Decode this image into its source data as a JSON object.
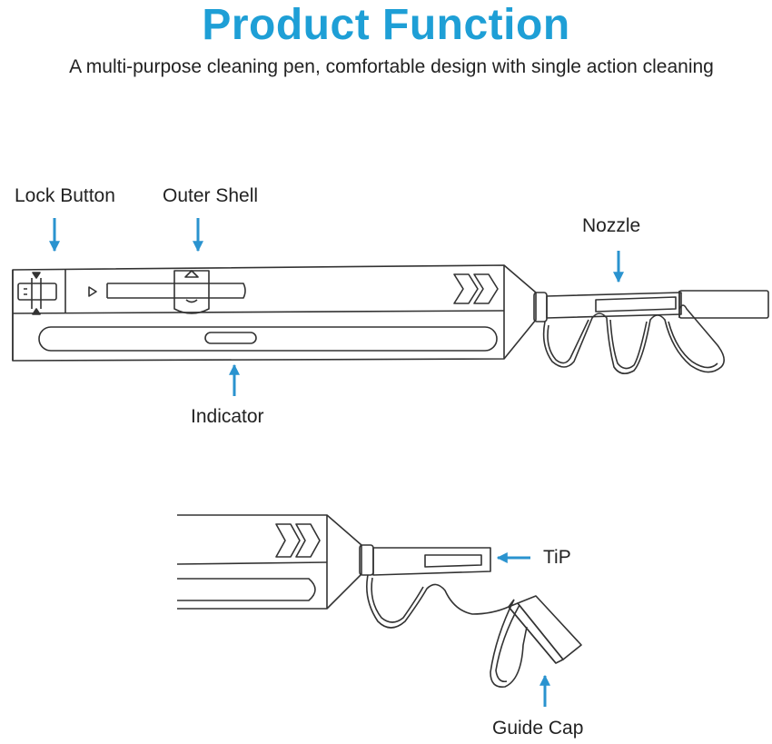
{
  "header": {
    "title": "Product Function",
    "subtitle": "A multi-purpose cleaning pen, comfortable design with single action cleaning"
  },
  "labels": {
    "lock_button": "Lock Button",
    "outer_shell": "Outer Shell",
    "nozzle": "Nozzle",
    "indicator": "Indicator",
    "tip": "TiP",
    "guide_cap": "Guide Cap"
  },
  "colors": {
    "title": "#1e9fd6",
    "arrow": "#2a93cf",
    "line": "#333333",
    "text": "#222222"
  }
}
